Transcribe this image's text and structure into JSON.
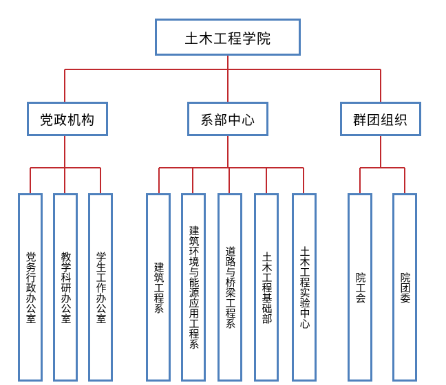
{
  "root": {
    "label": "土木工程学院"
  },
  "branches": [
    {
      "label": "党政机构",
      "children": [
        "党务行政办公室",
        "教学科研办公室",
        "学生工作办公室"
      ]
    },
    {
      "label": "系部中心",
      "children": [
        "建筑工程系",
        "建筑环境与能源应用工程系",
        "道路与桥梁工程系",
        "土木工程基础部",
        "土木工程实验中心"
      ]
    },
    {
      "label": "群团组织",
      "children": [
        "院工会",
        "院团委"
      ]
    }
  ],
  "colors": {
    "box_border": "#4f81bd",
    "connector": "#c0282d"
  }
}
